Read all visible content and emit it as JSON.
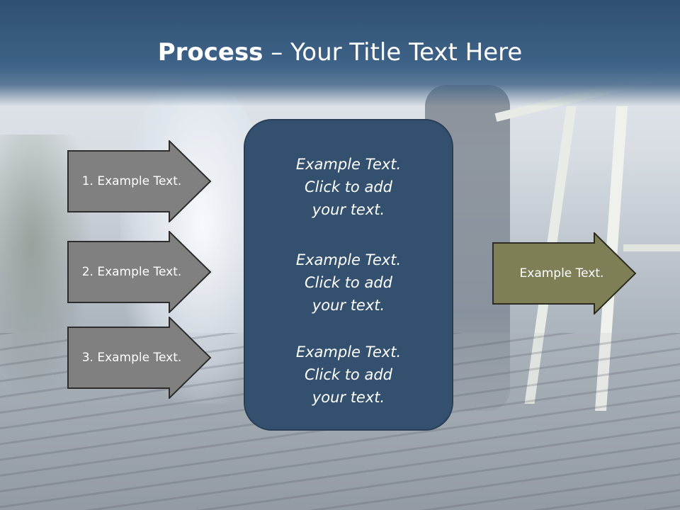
{
  "slide": {
    "title_bold": "Process",
    "title_rest": " – Your Title Text Here"
  },
  "left_arrows": [
    {
      "label": "1. Example Text."
    },
    {
      "label": "2. Example Text."
    },
    {
      "label": "3. Example Text."
    }
  ],
  "center_box": {
    "items": [
      {
        "line1": "Example Text.",
        "line2": "Click  to add",
        "line3": "your text."
      },
      {
        "line1": "Example Text.",
        "line2": "Click  to add",
        "line3": "your text."
      },
      {
        "line1": "Example Text.",
        "line2": "Click  to add",
        "line3": "your text."
      }
    ]
  },
  "right_arrow": {
    "label": "Example Text."
  },
  "colors": {
    "header": "#3e6388",
    "left_arrow_fill": "#808080",
    "center_box_fill": "#34506f",
    "right_arrow_fill": "#7f7f57"
  }
}
